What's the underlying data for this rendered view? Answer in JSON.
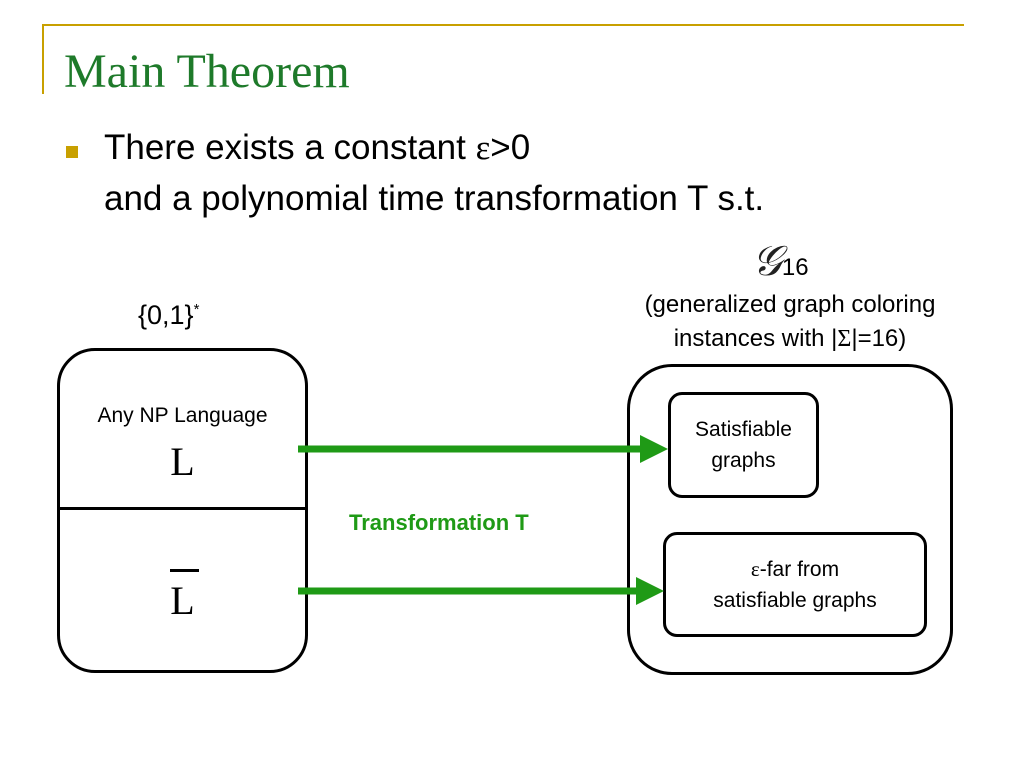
{
  "slide": {
    "title": "Main Theorem",
    "bullet": {
      "line1_prefix": "There exists a constant ",
      "line1_epsilon": "ε",
      "line1_suffix": ">0",
      "line2": "and a polynomial time transformation T s.t."
    }
  },
  "diagram": {
    "source": {
      "set_label": "{0,1}",
      "set_superscript": "*",
      "top_caption": "Any NP Language",
      "top_symbol": "L",
      "bottom_symbol": "L"
    },
    "target": {
      "symbol": "𝒢",
      "symbol_subscript": "16",
      "description_line1": "(generalized graph coloring",
      "description_line2_prefix": "instances with |",
      "description_line2_sigma": "Σ",
      "description_line2_suffix": "|=16)",
      "satisfiable_line1": "Satisfiable",
      "satisfiable_line2": "graphs",
      "far_line1_epsilon": "ε",
      "far_line1_rest": "-far from",
      "far_line2": "satisfiable graphs"
    },
    "transformation_label": "Transformation T"
  },
  "colors": {
    "title": "#1e7a2a",
    "accent": "#c8a000",
    "arrow": "#1f9a16"
  }
}
